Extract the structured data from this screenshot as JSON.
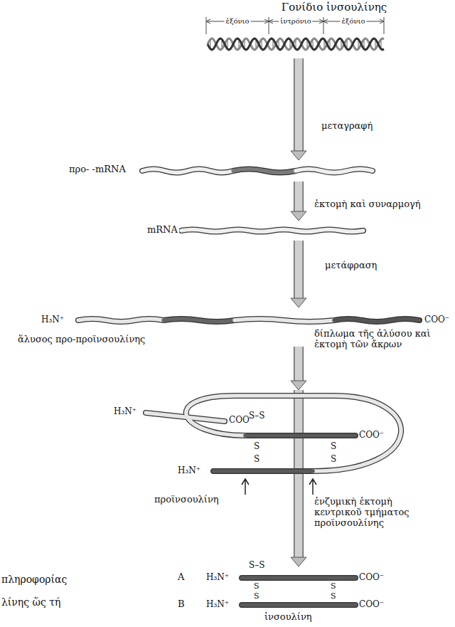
{
  "diagram": {
    "title": "Γονίδιο ἰνσουλίνης",
    "nodes": [
      {
        "text": [
          "ἐξόνιο",
          "ἰντρόνιο",
          "ἐξόνιο"
        ]
      },
      {
        "text": [
          "προ- -mRNA"
        ]
      },
      {
        "text": [
          "mRNA"
        ]
      },
      {
        "text": [
          "ἅλυσος προ-προϊνσουλίνης"
        ]
      },
      {
        "text": [
          "προϊνσουλίνη"
        ]
      },
      {
        "text": [
          "ἰνσουλίνη"
        ]
      }
    ],
    "edges": [
      {
        "from": 0,
        "to": 1,
        "arrow": "to",
        "label": "μεταγραφή"
      },
      {
        "from": 1,
        "to": 2,
        "arrow": "to",
        "label": "ἐκτομὴ καὶ συναρμογή"
      },
      {
        "from": 2,
        "to": 3,
        "arrow": "to",
        "label": "μετάφραση"
      },
      {
        "from": 3,
        "to": 4,
        "arrow": "to",
        "label": "δίπλωμα τῆς ἁλύσου καὶ ἐκτομὴ τῶν ἄκρων"
      },
      {
        "from": 4,
        "to": 5,
        "arrow": "to",
        "label": "ἐνζυμικὴ ἐκτομὴ κεντρικοῦ τμήματος προϊνσουλίνης"
      }
    ],
    "labels": [
      "H₃N⁺",
      "COO⁻",
      "H₃N⁺",
      "COO⁻",
      "S–S",
      "S",
      "S",
      "S",
      "S",
      "H₃N⁺",
      "COO⁻",
      "A",
      "B",
      "H₃N⁺",
      "COO⁻",
      "H₃N⁺",
      "COO⁻",
      "S–S",
      "S",
      "S",
      "S",
      "S",
      "πληροφορίας",
      "λίνης ὥς τή"
    ]
  }
}
